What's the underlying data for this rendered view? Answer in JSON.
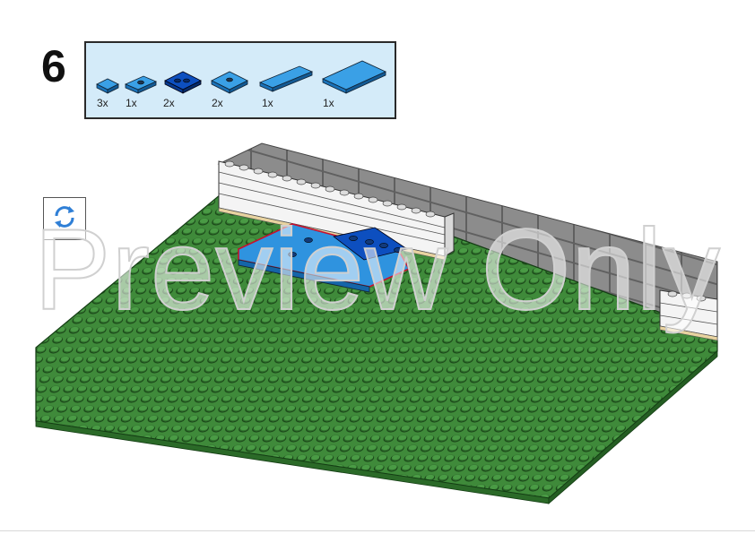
{
  "step": {
    "number": "6"
  },
  "parts": [
    {
      "qty": "3x",
      "icon": "tile-1x1-icon"
    },
    {
      "qty": "1x",
      "icon": "plate-1x2-jumper-icon"
    },
    {
      "qty": "2x",
      "icon": "plate-2x2-jumper-dark-icon"
    },
    {
      "qty": "2x",
      "icon": "plate-2x2-jumper-icon"
    },
    {
      "qty": "1x",
      "icon": "tile-1x4-icon"
    },
    {
      "qty": "1x",
      "icon": "tile-2x4-icon"
    }
  ],
  "watermark": "Preview Only",
  "colors": {
    "baseplate": "#3f8a3a",
    "part_blue": "#1b87d6",
    "part_dark_blue": "#0a45b5",
    "parts_bg": "#d4ebf9",
    "wall_white": "#f2f2f2",
    "road_gray": "#8a8a8a"
  }
}
